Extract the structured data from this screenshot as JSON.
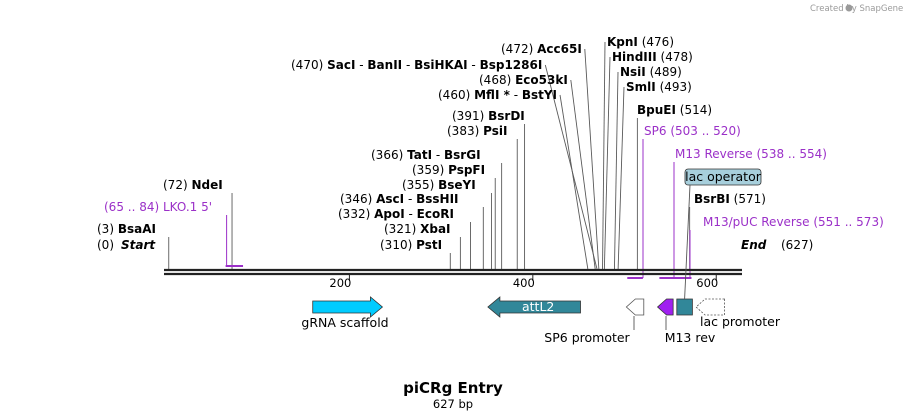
{
  "credit": "Created by SnapGene",
  "map_title": "piCRg Entry",
  "map_length": "627 bp",
  "start_label": "Start",
  "start_pos": "(0)",
  "end_label": "End",
  "end_pos": "(627)",
  "length": 627,
  "ticks": [
    {
      "label": "200",
      "bp": 200
    },
    {
      "label": "400",
      "bp": 400
    },
    {
      "label": "600",
      "bp": 600
    }
  ],
  "sites": [
    {
      "id": "bsaai",
      "pos": "(3)",
      "name": "BsaAI",
      "bp": 3
    },
    {
      "id": "ndei",
      "pos": "(72)",
      "name": "NdeI",
      "bp": 72
    },
    {
      "id": "psti",
      "pos": "(310)",
      "name": "PstI",
      "bp": 310
    },
    {
      "id": "xbai",
      "pos": "(321)",
      "name": "XbaI",
      "bp": 321
    },
    {
      "id": "apoi",
      "pos": "(332)",
      "name": "ApoI",
      "extra": "EcoRI",
      "bp": 332
    },
    {
      "id": "asci",
      "pos": "(346)",
      "name": "AscI",
      "extra": "BssHII",
      "bp": 346
    },
    {
      "id": "bseyi",
      "pos": "(355)",
      "name": "BseYI",
      "bp": 355
    },
    {
      "id": "pspfi",
      "pos": "(359)",
      "name": "PspFI",
      "bp": 359
    },
    {
      "id": "tati",
      "pos": "(366)",
      "name": "TatI",
      "extra": "BsrGI",
      "bp": 366
    },
    {
      "id": "psii",
      "pos": "(383)",
      "name": "PsiI",
      "bp": 383
    },
    {
      "id": "bsrdi",
      "pos": "(391)",
      "name": "BsrDI",
      "bp": 391
    },
    {
      "id": "mfli",
      "pos": "(460)",
      "name": "MflI",
      "star": "*",
      "extra": "BstYI",
      "bp": 460
    },
    {
      "id": "eco53ki",
      "pos": "(468)",
      "name": "Eco53kI",
      "bp": 468
    },
    {
      "id": "saci",
      "pos": "(470)",
      "name": "SacI",
      "extra": "BanII",
      "extra2": "BsiHKAI",
      "extra3": "Bsp1286I",
      "bp": 470
    },
    {
      "id": "acc65i",
      "pos": "(472)",
      "name": "Acc65I",
      "bp": 472
    },
    {
      "id": "kpni",
      "pos": "(476)",
      "name": "KpnI",
      "bp": 476
    },
    {
      "id": "hindiii",
      "pos": "(478)",
      "name": "HindIII",
      "bp": 478
    },
    {
      "id": "nsii",
      "pos": "(489)",
      "name": "NsiI",
      "bp": 489
    },
    {
      "id": "smli",
      "pos": "(493)",
      "name": "SmlI",
      "bp": 493
    },
    {
      "id": "bpuei",
      "pos": "(514)",
      "name": "BpuEI",
      "bp": 514
    },
    {
      "id": "bsrbi",
      "pos": "(571)",
      "name": "BsrBI",
      "bp": 571
    }
  ],
  "primers": [
    {
      "id": "lko1",
      "name": "LKO.1 5'",
      "range": "(65 .. 84)",
      "start": 65,
      "end": 84
    },
    {
      "id": "sp6",
      "name": "SP6",
      "range": "(503 .. 520)",
      "start": 503,
      "end": 520
    },
    {
      "id": "m13rev",
      "name": "M13 Reverse",
      "range": "(538 .. 554)",
      "start": 538,
      "end": 554
    },
    {
      "id": "m13puc",
      "name": "M13/pUC Reverse",
      "range": "(551 .. 573)",
      "start": 551,
      "end": 573
    }
  ],
  "features": [
    {
      "id": "grna-scaffold",
      "name": "gRNA scaffold",
      "start": 160,
      "end": 236,
      "dir": "right",
      "color": "#00ccff"
    },
    {
      "id": "attl2",
      "name": "attL2",
      "start": 351,
      "end": 452,
      "dir": "left",
      "color": "#318799"
    },
    {
      "id": "sp6-promoter",
      "name": "SP6 promoter",
      "start": 502,
      "end": 521,
      "dir": "left",
      "color": "#ffffff"
    },
    {
      "id": "m13-rev",
      "name": "M13 rev",
      "start": 536,
      "end": 553,
      "dir": "left",
      "color": "#a020f0"
    },
    {
      "id": "lac-operator",
      "name": "lac operator",
      "start": 557,
      "end": 574,
      "dir": "none",
      "color": "#318799"
    },
    {
      "id": "lac-promoter",
      "name": "lac promoter",
      "start": 578,
      "end": 609,
      "dir": "left",
      "color": "#ffffff"
    }
  ],
  "colors": {
    "primer": "#9b30c8",
    "backbone": "#222222",
    "site_line": "#5a5a5a",
    "lac_operator_box": "#a7cfdc"
  }
}
